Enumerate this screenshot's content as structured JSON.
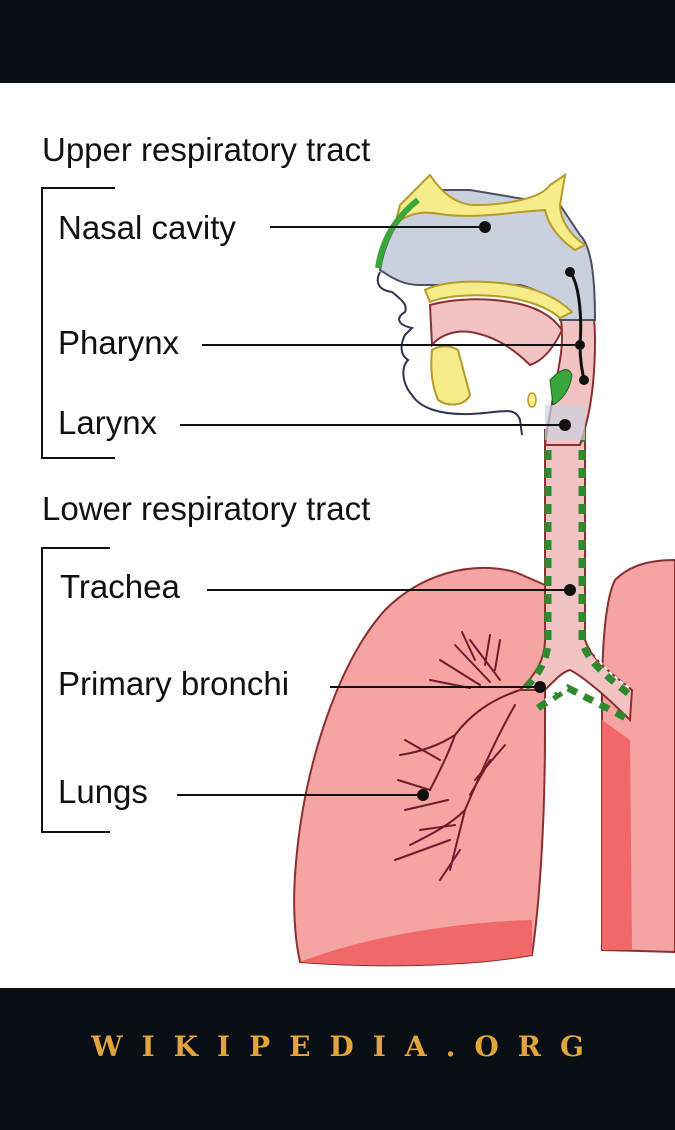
{
  "diagram": {
    "groups": [
      {
        "title": "Upper respiratory tract",
        "items": [
          "Nasal cavity",
          "Pharynx",
          "Larynx"
        ]
      },
      {
        "title": "Lower respiratory tract",
        "items": [
          "Trachea",
          "Primary bronchi",
          "Lungs"
        ]
      }
    ]
  },
  "footer": {
    "site": "WIKIPEDIA.ORG"
  },
  "navigation": {
    "prev_icon": "chevron-left-icon",
    "next_icon": "chevron-right-icon"
  },
  "colors": {
    "lung": "#f6a3a3",
    "lung_shadow": "#f06868",
    "airway": "#f3c2c2",
    "nasal_cavity": "#c9d1de",
    "bone": "#f6ec8a",
    "mucosa": "#3aa53a",
    "site_text": "#e0a53d"
  }
}
